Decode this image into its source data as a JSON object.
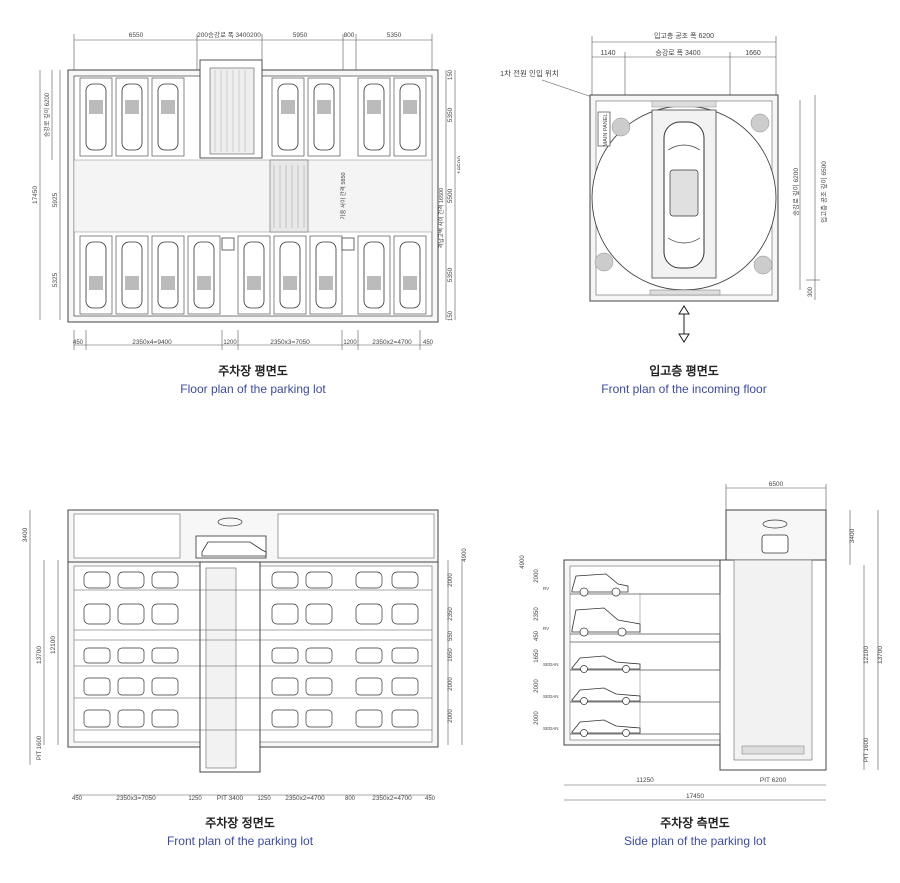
{
  "floor_plan": {
    "caption_ko": "주차장 평면도",
    "caption_en": "Floor plan of the parking lot",
    "dims_top": [
      "6550",
      "200승강로 폭 3400200",
      "5950",
      "800",
      "5350"
    ],
    "dims_left": [
      "17450",
      "승강로 깊이 6200",
      "5925",
      "5325"
    ],
    "dims_right": [
      "150",
      "5350",
      "5500",
      "5350",
      "150"
    ],
    "dims_right_outer": [
      "16500",
      "격납고벽 사이 간격 16500"
    ],
    "dims_bottom": [
      "450",
      "2350x4=9400",
      "1200",
      "2350x3=7050",
      "1200",
      "2350x2=4700",
      "450"
    ],
    "center_label": "기둥 사이 간격 5850"
  },
  "incoming_plan": {
    "caption_ko": "입고층 평면도",
    "caption_en": "Front plan of the incoming floor",
    "dim_top": "입고층 공조 폭 6200",
    "dims_sub": [
      "1140",
      "승강로 폭 3400",
      "1660"
    ],
    "power_label": "1차 전원 인입 위치",
    "main_panel": "MAIN PANEL",
    "dims_right": [
      "승강로 깊이 6200",
      "입고층 공조 깊이 6500",
      "300"
    ]
  },
  "front_elevation": {
    "caption_ko": "주차장 정면도",
    "caption_en": "Front plan of the parking lot",
    "dims_left": [
      "3400",
      "13700",
      "12100",
      "PIT 1600"
    ],
    "dims_right": [
      "4900",
      "2000",
      "2350",
      "550",
      "1650",
      "2000",
      "2000"
    ],
    "dims_bottom": [
      "450",
      "2350x3=7050",
      "1250",
      "PIT 3400",
      "1250",
      "2350x2=4700",
      "800",
      "2350x2=4700",
      "450"
    ]
  },
  "side_elevation": {
    "caption_ko": "주차장 측면도",
    "caption_en": "Side plan of the parking lot",
    "dim_top": "6500",
    "dims_left": [
      "4900",
      "2000",
      "2350",
      "450",
      "1650",
      "2000",
      "2000"
    ],
    "dims_right": [
      "3400",
      "12100",
      "13700",
      "PIT 1600"
    ],
    "dims_bottom": [
      "11250",
      "PIT 6200",
      "17450"
    ],
    "tag_suv": "RV",
    "tag_sedan": "SEDAN"
  }
}
